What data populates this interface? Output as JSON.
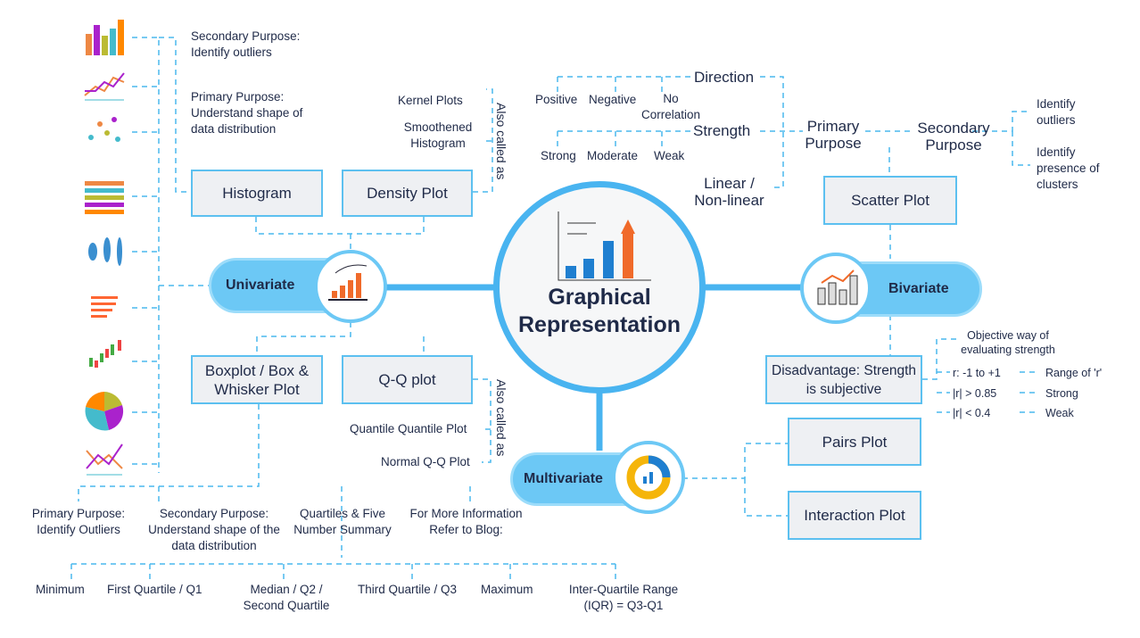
{
  "center": {
    "line1": "Graphical",
    "line2": "Representation"
  },
  "univariate": {
    "label": "Univariate",
    "histogram": "Histogram",
    "density": "Density Plot",
    "boxplot": "Boxplot / Box & Whisker Plot",
    "qq": "Q-Q plot",
    "hist_secondary": "Secondary Purpose: Identify outliers",
    "hist_primary": "Primary Purpose: Understand shape of data distribution",
    "density_aliases": [
      "Kernel Plots",
      "Smoothened Histogram"
    ],
    "also_called": "Also called as",
    "qq_aliases": [
      "Quantile Quantile Plot",
      "Normal Q-Q Plot"
    ],
    "box_primary": "Primary Purpose: Identify Outliers",
    "box_secondary": "Secondary Purpose: Understand shape of the data distribution",
    "quartiles": "Quartiles & Five Number Summary",
    "more_info": "For More Information Refer to Blog:",
    "five_numbers": [
      "Minimum",
      "First Quartile / Q1",
      "Median / Q2 / Second Quartile",
      "Third Quartile / Q3",
      "Maximum",
      "Inter-Quartile Range (IQR) = Q3-Q1"
    ]
  },
  "bivariate": {
    "label": "Bivariate",
    "scatter": "Scatter Plot",
    "primary": "Primary Purpose",
    "secondary": "Secondary Purpose",
    "secondary_items": [
      "Identify outliers",
      "Identify presence of clusters"
    ],
    "direction": "Direction",
    "direction_items": [
      "Positive",
      "Negative",
      "No Correlation"
    ],
    "strength": "Strength",
    "strength_items": [
      "Strong",
      "Moderate",
      "Weak"
    ],
    "linearity": "Linear / Non-linear",
    "disadvantage": "Disadvantage: Strength is subjective",
    "objective": "Objective way of evaluating strength",
    "r_rows": [
      {
        "k": "r: -1 to +1",
        "v": "Range of 'r'"
      },
      {
        "k": "|r| > 0.85",
        "v": "Strong"
      },
      {
        "k": "|r| < 0.4",
        "v": "Weak"
      }
    ]
  },
  "multivariate": {
    "label": "Multivariate",
    "pairs": "Pairs Plot",
    "interaction": "Interaction Plot"
  },
  "colors": {
    "accent": "#6cc8f5",
    "border": "#5cc0f0",
    "text": "#1f2a48"
  }
}
